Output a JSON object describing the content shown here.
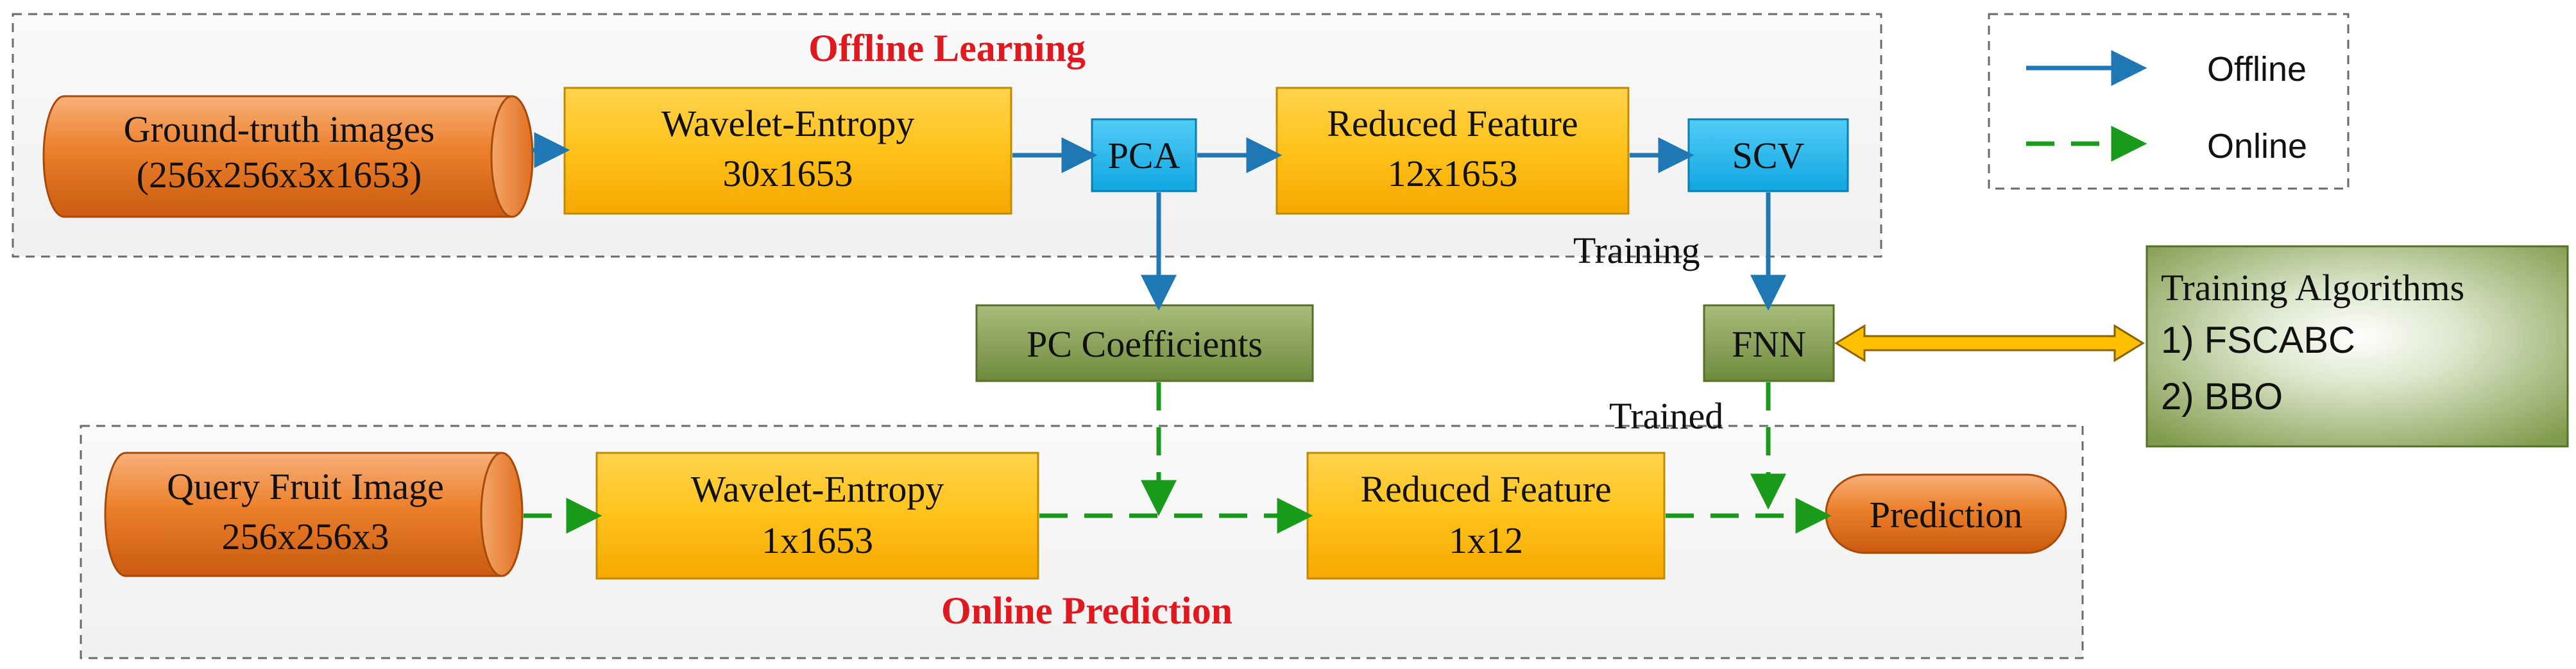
{
  "regions": {
    "offline": {
      "title": "Offline Learning"
    },
    "online": {
      "title": "Online Prediction"
    }
  },
  "nodes": {
    "ground_truth": {
      "line1": "Ground-truth images",
      "line2": "(256x256x3x1653)"
    },
    "wavelet_offline": {
      "line1": "Wavelet-Entropy",
      "line2": "30x1653"
    },
    "pca": {
      "label": "PCA"
    },
    "reduced_offline": {
      "line1": "Reduced Feature",
      "line2": "12x1653"
    },
    "scv": {
      "label": "SCV"
    },
    "pc_coefficients": {
      "label": "PC Coefficients"
    },
    "fnn": {
      "label": "FNN"
    },
    "query_image": {
      "line1": "Query Fruit Image",
      "line2": "256x256x3"
    },
    "wavelet_online": {
      "line1": "Wavelet-Entropy",
      "line2": "1x1653"
    },
    "reduced_online": {
      "line1": "Reduced Feature",
      "line2": "1x12"
    },
    "prediction": {
      "label": "Prediction"
    },
    "training_algorithms": {
      "title": "Training Algorithms",
      "item1": "1) FSCABC",
      "item2": "2) BBO"
    }
  },
  "edge_labels": {
    "training": "Training",
    "trained": "Trained"
  },
  "legend": {
    "offline": "Offline",
    "online": "Online"
  },
  "colors": {
    "offline_arrow": "#1f77b4",
    "online_arrow": "#1a9a1a",
    "process_fill": "#ffc107",
    "blue_box": "#1cb4ec",
    "green_box": "#7f9a4a",
    "orange_cylinder": "#e8761e",
    "bidirectional_arrow": "#ffc000",
    "region_title": "#e0181f"
  }
}
